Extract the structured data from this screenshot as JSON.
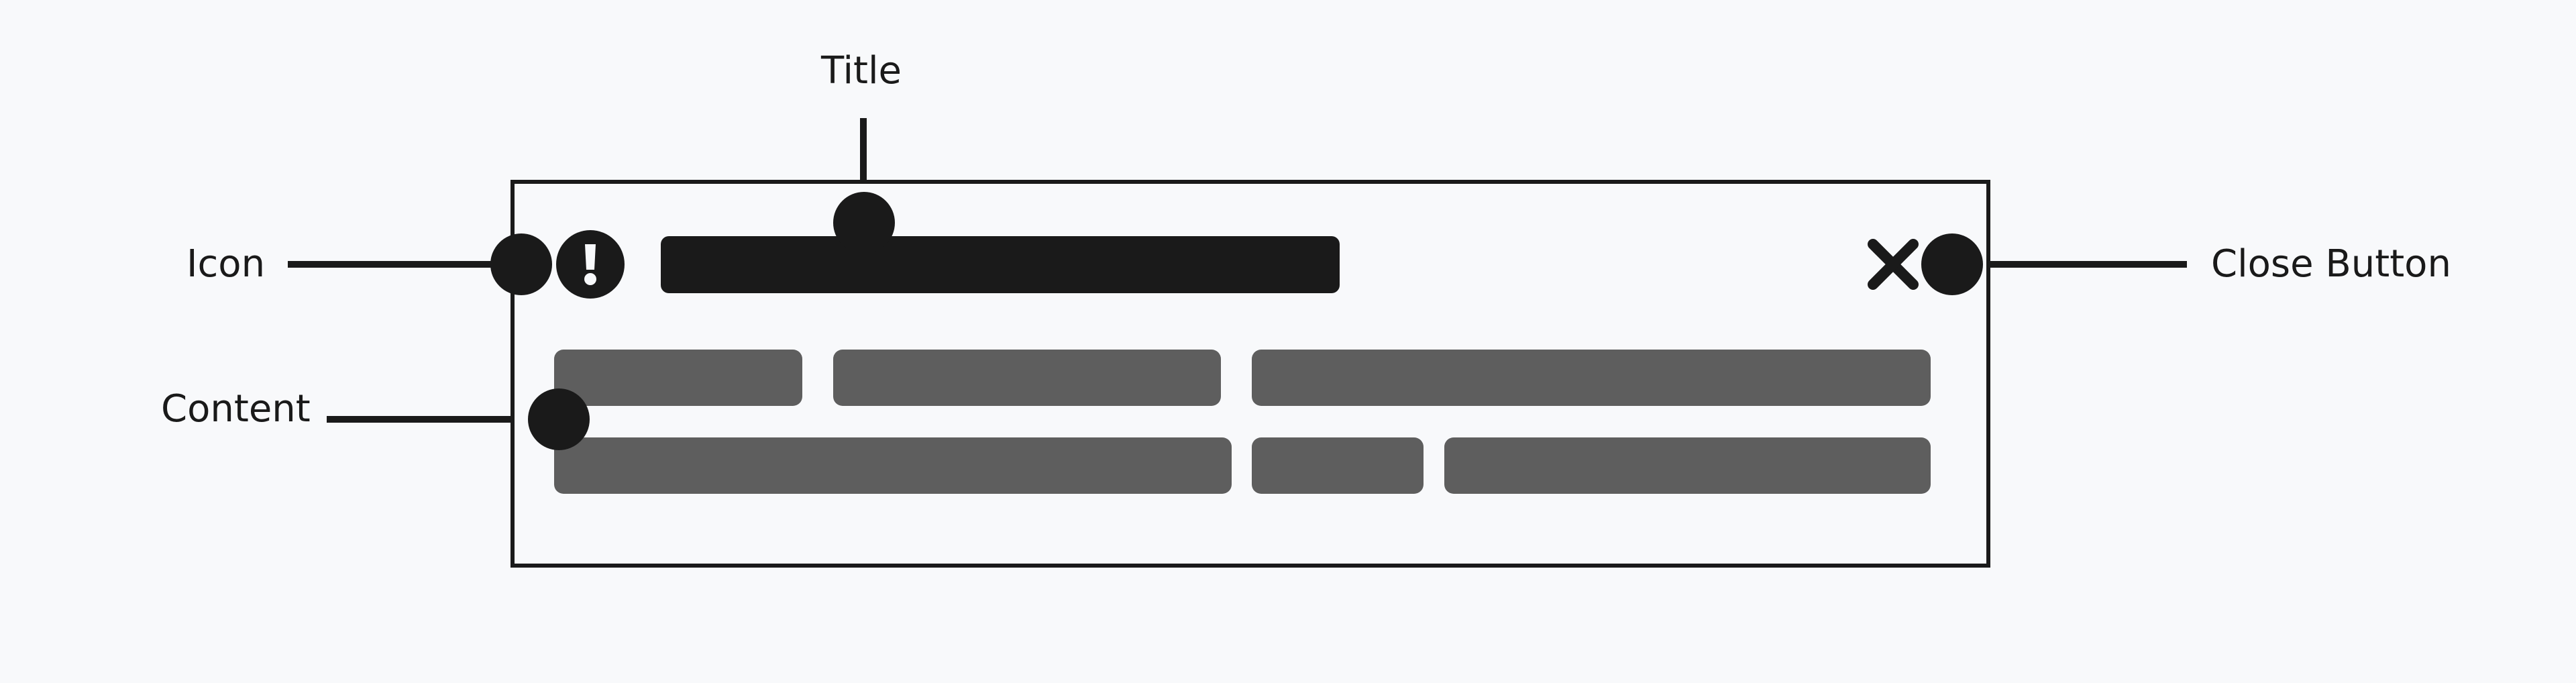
{
  "diagram": {
    "type": "component-anatomy",
    "subject": "dialog / notification",
    "colors": {
      "background": "#f8f9fb",
      "ink": "#1a1a1a",
      "content_placeholder": "#5e5e5e"
    },
    "callouts": {
      "title": "Title",
      "icon": "Icon",
      "content": "Content",
      "close_button": "Close Button"
    },
    "component": {
      "icon": "exclamation-circle-icon",
      "title_placeholder": "title-bar",
      "close": "close-x-icon",
      "content_rows": [
        {
          "bars": 3
        },
        {
          "bars": 3
        }
      ]
    }
  }
}
